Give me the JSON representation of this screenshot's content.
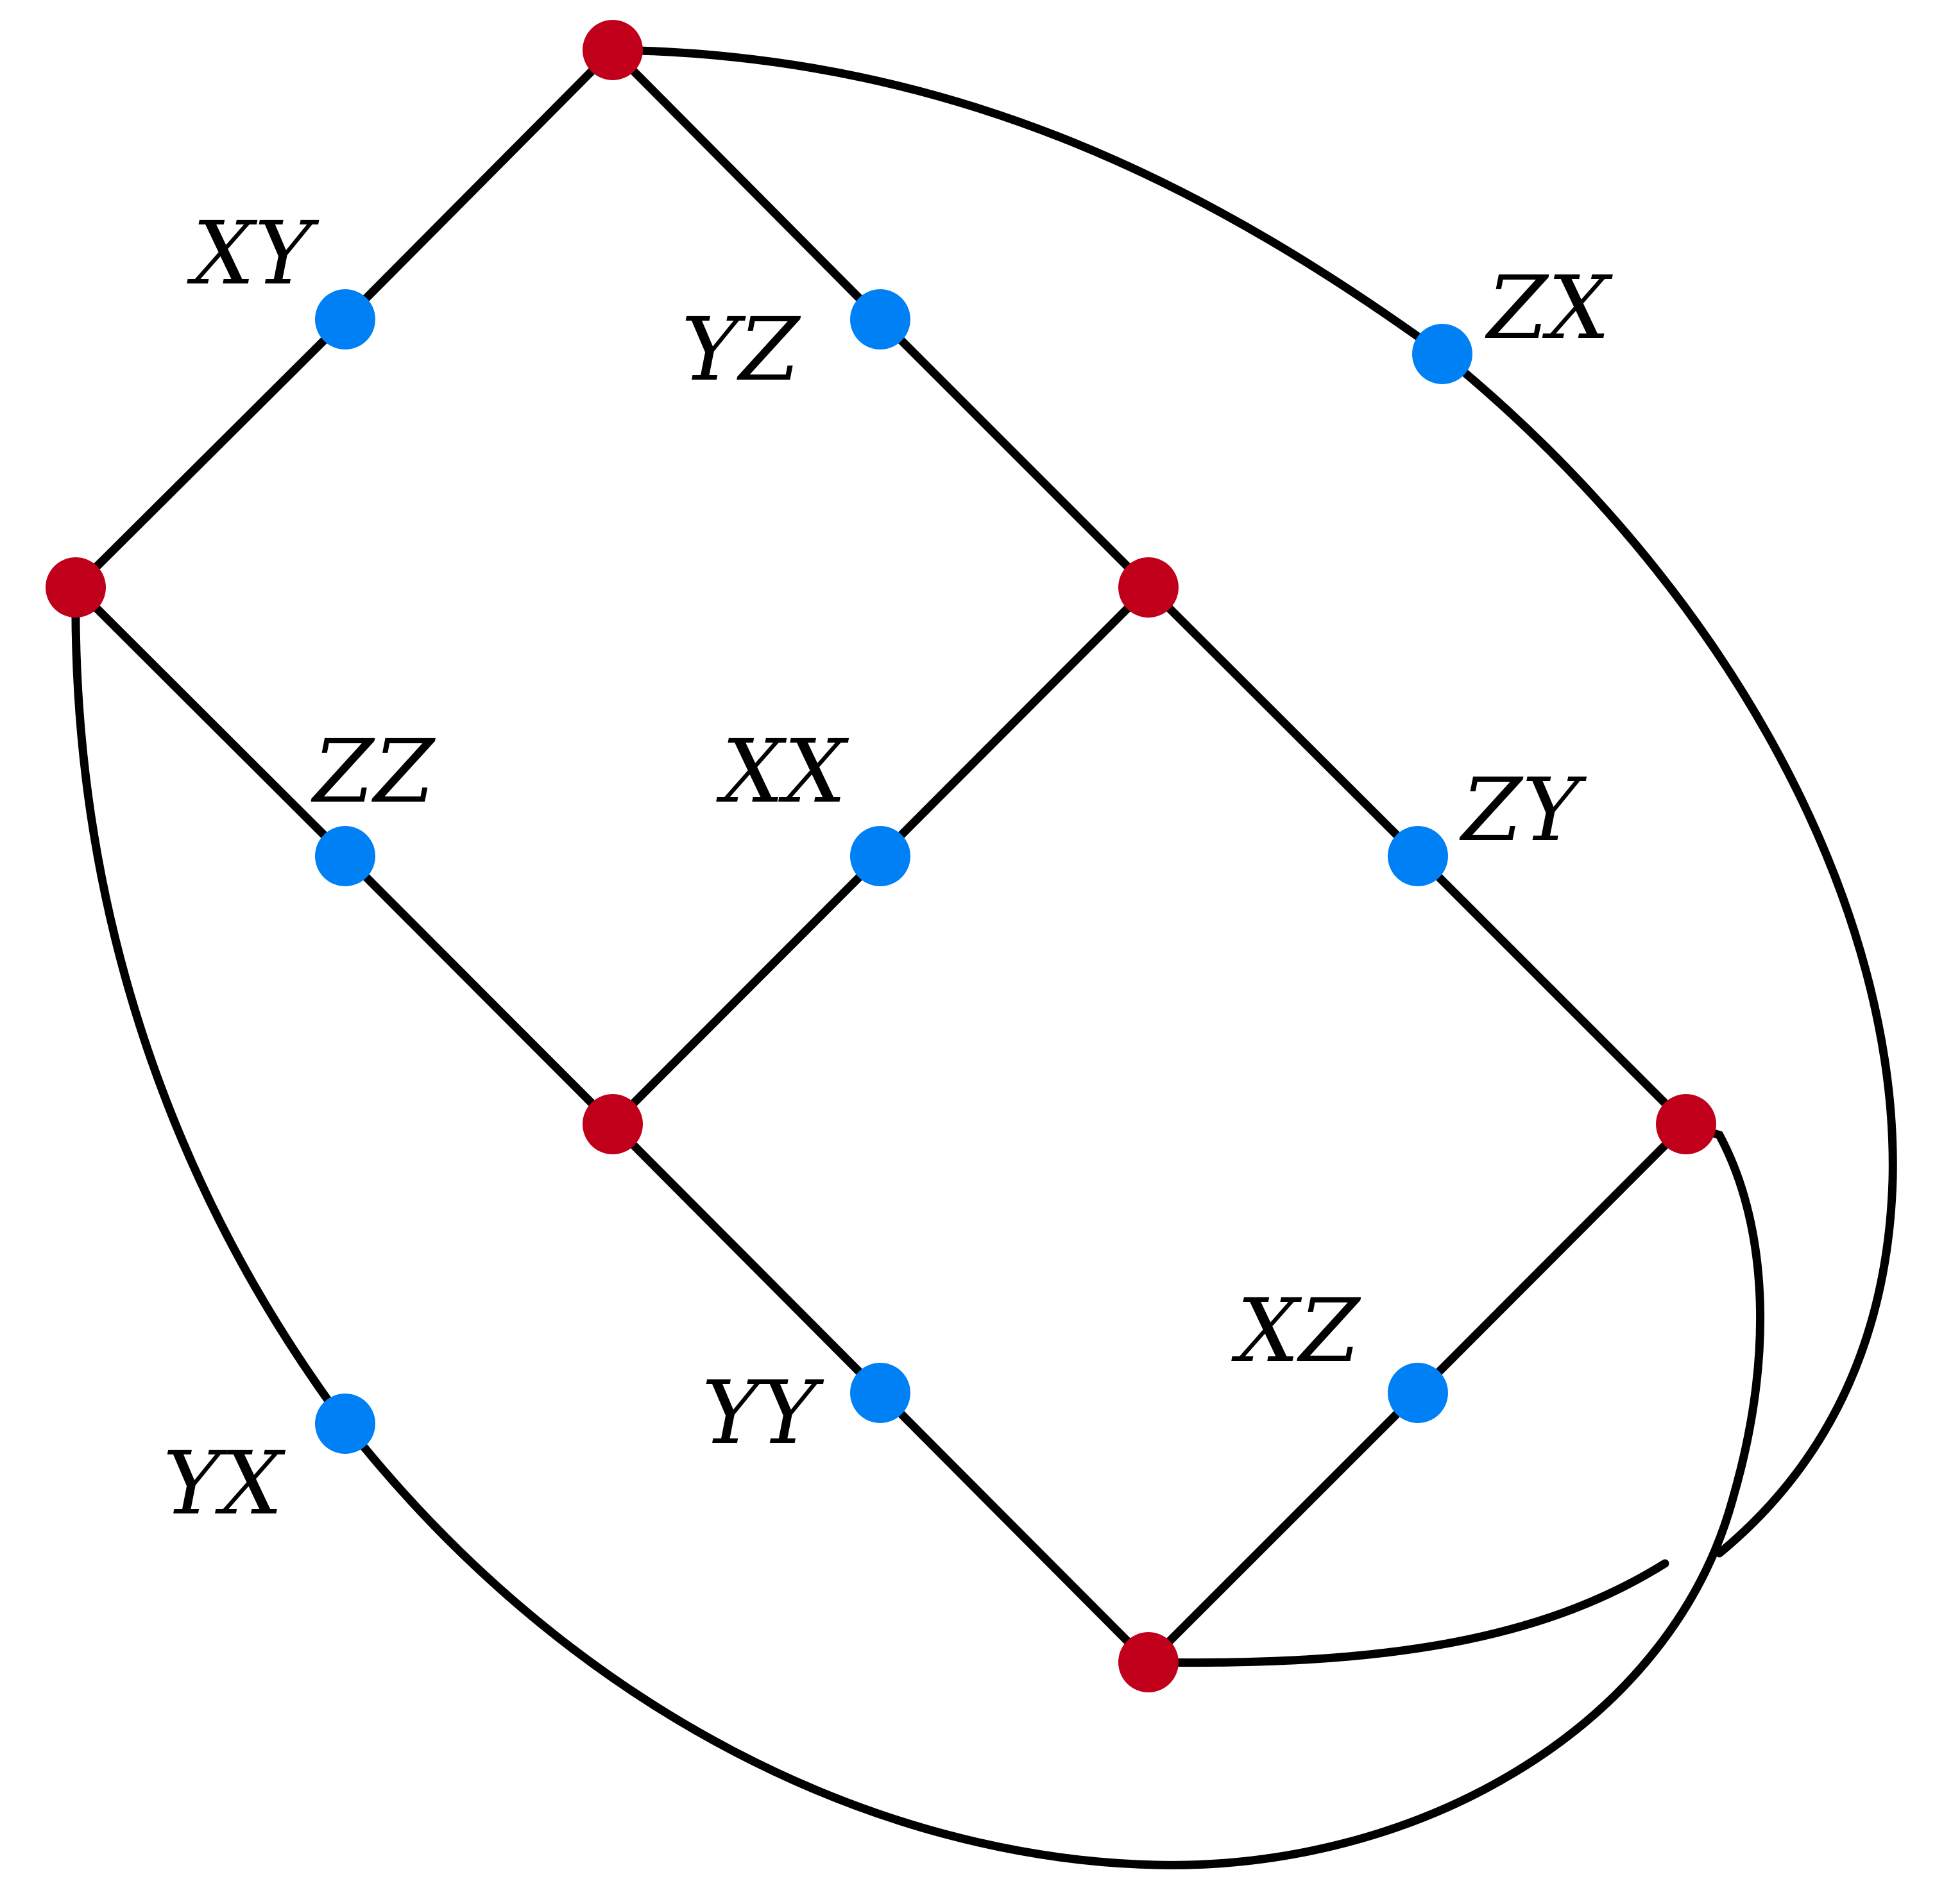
{
  "colors": {
    "red_node": "#c0001a",
    "blue_node": "#0080f5",
    "edge": "#000000",
    "background": "#ffffff"
  },
  "nodes": {
    "red_top": {
      "kind": "red"
    },
    "red_left": {
      "kind": "red"
    },
    "red_mid_right": {
      "kind": "red"
    },
    "red_center": {
      "kind": "red"
    },
    "red_right": {
      "kind": "red"
    },
    "red_bottom": {
      "kind": "red"
    },
    "xy": {
      "kind": "blue",
      "label": "XY"
    },
    "yz": {
      "kind": "blue",
      "label": "YZ"
    },
    "zx": {
      "kind": "blue",
      "label": "ZX"
    },
    "zz": {
      "kind": "blue",
      "label": "ZZ"
    },
    "xx": {
      "kind": "blue",
      "label": "XX"
    },
    "zy": {
      "kind": "blue",
      "label": "ZY"
    },
    "yy": {
      "kind": "blue",
      "label": "YY"
    },
    "xz": {
      "kind": "blue",
      "label": "XZ"
    },
    "yx": {
      "kind": "blue",
      "label": "YX"
    }
  }
}
